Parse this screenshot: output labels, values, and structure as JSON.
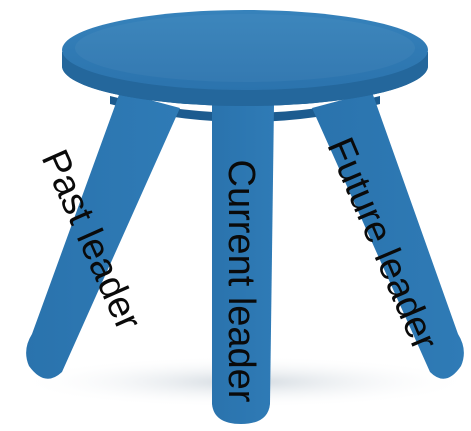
{
  "stool": {
    "legs": [
      {
        "id": "past",
        "label": "Past leader"
      },
      {
        "id": "current",
        "label": "Current leader"
      },
      {
        "id": "future",
        "label": "Future leader"
      }
    ]
  },
  "colors": {
    "seat_top": "#2e7ab4",
    "seat_rim": "#24679c",
    "leg": "#2a75b0",
    "leg_shade": "#1f5f94",
    "shadow": "#c9d3da",
    "label_text": "#0a0a0a"
  }
}
